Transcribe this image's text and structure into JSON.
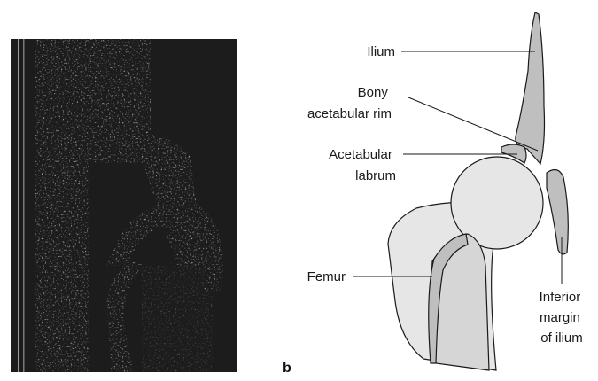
{
  "panel_label": "b",
  "labels": {
    "ilium": "Ilium",
    "bony_rim": [
      "Bony",
      "acetabular rim"
    ],
    "labrum": [
      "Acetabular",
      "labrum"
    ],
    "femur": "Femur",
    "inferior_margin": [
      "Inferior",
      "margin",
      "of ilium"
    ]
  },
  "colors": {
    "bone_gray": "#bfbfbf",
    "femoral_head": "#e6e6e6",
    "femoral_shaft": "#dcdcdc",
    "ultrasound_background": "#1c1c1c"
  }
}
